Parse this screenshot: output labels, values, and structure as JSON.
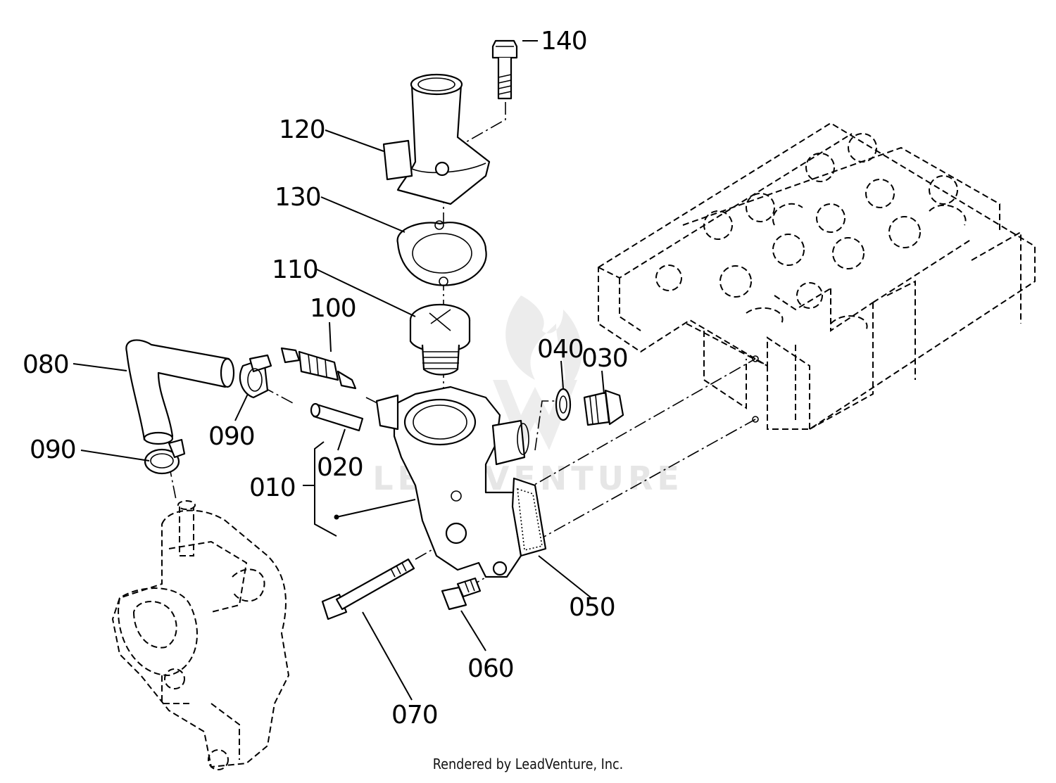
{
  "watermark": {
    "text": "LEADVENTURE"
  },
  "footer": {
    "credit": "Rendered by LeadVenture, Inc."
  },
  "callouts": {
    "p140": "140",
    "p120": "120",
    "p130": "130",
    "p110": "110",
    "p100": "100",
    "p080": "080",
    "p090_upper": "090",
    "p090_lower": "090",
    "p040": "040",
    "p030": "030",
    "p020": "020",
    "p010": "010",
    "p050": "050",
    "p060": "060",
    "p070": "070"
  }
}
